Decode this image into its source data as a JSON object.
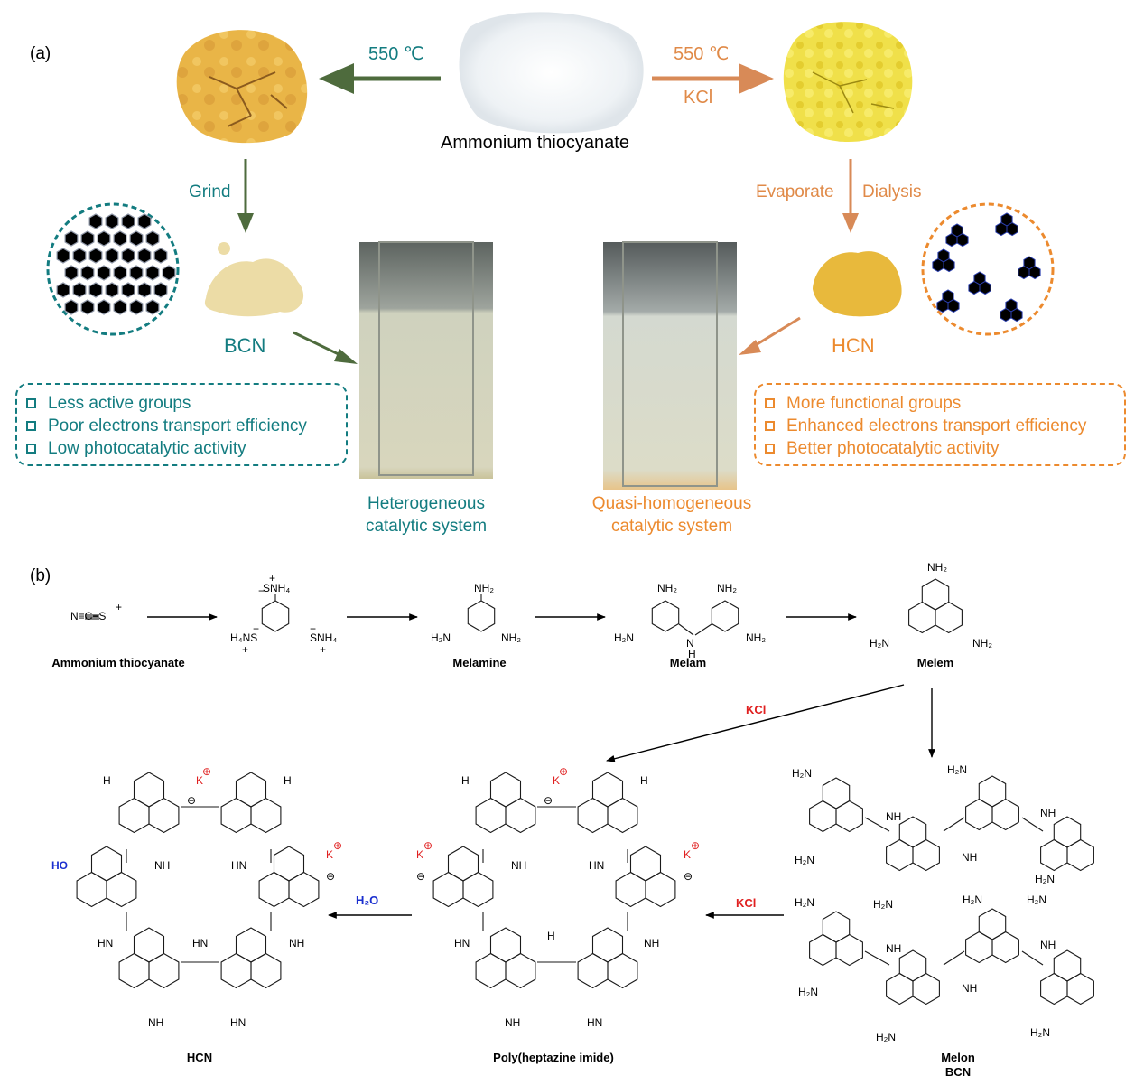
{
  "panel_a": {
    "label": "(a)",
    "center_compound": "Ammonium thiocyanate",
    "left_arrow_temp": "550 ℃",
    "right_arrow_temp": "550 ℃",
    "right_arrow_salt": "KCl",
    "grind": "Grind",
    "evaporate": "Evaporate",
    "dialysis": "Dialysis",
    "bcn": "BCN",
    "hcn": "HCN",
    "bcn_points": [
      "Less active groups",
      "Poor electrons transport efficiency",
      "Low photocatalytic activity"
    ],
    "hcn_points": [
      "More functional groups",
      "Enhanced electrons transport efficiency",
      "Better photocatalytic activity"
    ],
    "het_line1": "Heterogeneous",
    "het_line2": "catalytic system",
    "quasi_line1": "Quasi-homogeneous",
    "quasi_line2": "catalytic system",
    "colors": {
      "teal": "#137c80",
      "orange": "#ec8a2e",
      "green_arrow": "#4e6b3d",
      "tan_arrow": "#d88a57"
    }
  },
  "panel_b": {
    "label": "(b)",
    "names": {
      "thiocyanate": "Ammonium thiocyanate",
      "melamine": "Melamine",
      "melam": "Melam",
      "melem": "Melem",
      "hcn": "HCN",
      "phi": "Poly(heptazine imide)",
      "melon": "Melon",
      "bcn": "BCN"
    },
    "reagents": {
      "kcl_top": "KCl",
      "kcl_bottom": "KCl",
      "water": "H₂O"
    },
    "atoms": {
      "N": "N",
      "NH": "NH",
      "HN": "HN",
      "H": "H",
      "H2N": "H₂N",
      "NH2": "NH₂",
      "SNH4": "SNH₄",
      "H4NS": "H₄NS",
      "K": "K",
      "HO": "HO",
      "plus": "+",
      "minus": "−",
      "cation": "⊕",
      "anion": "⊖",
      "thio": "N≡C−S"
    }
  }
}
